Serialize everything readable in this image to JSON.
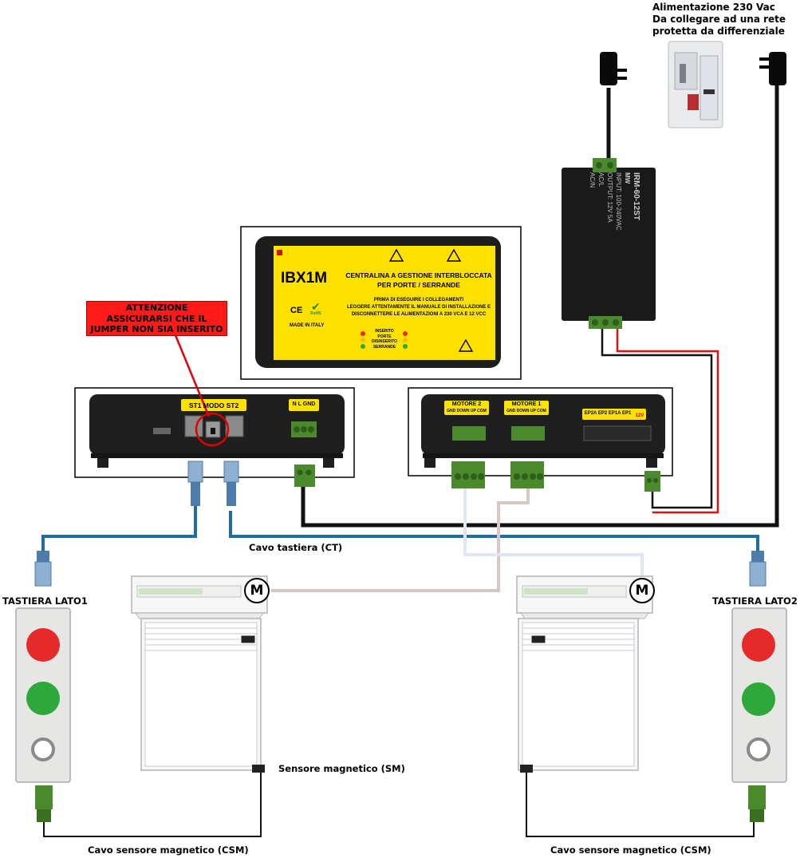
{
  "power": {
    "title_line1": "Alimentazione 230 Vac",
    "title_line2": "Da collegare ad una rete",
    "title_line3": "protetta da differenziale"
  },
  "ibx": {
    "logo": "IBX1M",
    "heading_line1": "CENTRALINA A GESTIONE INTERBLOCCATA",
    "heading_line2": "PER PORTE / SERRANDE",
    "note_line1": "PRIMA DI ESEGUIRE I COLLEGAMENTI",
    "note_line2": "LEGGERE ATTENTAMENTE IL MANUALE DI INSTALLAZIONE E",
    "note_line3": "DISCONNETTERE  LE  ALIMENTAZIONI A 230 VCA E 12 VCC",
    "ce": "CE",
    "rohs": "RoHS",
    "made_in": "MADE IN ITALY",
    "status_inserito": "INSERITO",
    "status_porte": "PORTE",
    "status_disinserito": "DISINSERITO",
    "status_serrande": "SERRANDE"
  },
  "psu": {
    "model": "IRM-60-12ST",
    "brand": "MW",
    "input": "INPUT: 100-240VAC",
    "output": "OUTPUT: 12V 5A",
    "acl": "AC/L",
    "acn": "AC/N"
  },
  "warning": {
    "line1": "ATTENZIONE",
    "line2": "ASSICURARSI CHE IL",
    "line3": "JUMPER NON SIA INSERITO"
  },
  "left_unit": {
    "ports_label": "ST1   MODO   ST2",
    "power_label": "N  L  GND"
  },
  "right_unit": {
    "motore2": "MOTORE 2",
    "motore2_pins": "GND DOWN UP COM",
    "motore1": "MOTORE 1",
    "motore1_pins": "GND DOWN UP COM",
    "ep_label": "EP2A  EP2  EP1A  EP1",
    "v12": "12V"
  },
  "cables": {
    "keyboard_cable": "Cavo tastiera (CT)",
    "sensor": "Sensore magnetico (SM)",
    "sensor_cable_left": "Cavo sensore magnetico (CSM)",
    "sensor_cable_right": "Cavo sensore magnetico (CSM)"
  },
  "keypads": {
    "left_title": "TASTIERA LATO1",
    "right_title": "TASTIERA LATO2"
  },
  "motor_symbol": "M",
  "colors": {
    "network": "#1e6fa0",
    "rj45": "#6a8fb3",
    "power_black": "#111111",
    "power_red": "#e01010",
    "motor_cable": "#d8c7c3",
    "sensor_cable_blue": "#dfe6f5",
    "connector_green": "#4a8a2c",
    "panel_yellow": "#ffe100",
    "warn_red": "#ff1a1a",
    "btn_red": "#e52a2a",
    "btn_green": "#2ea83a"
  }
}
